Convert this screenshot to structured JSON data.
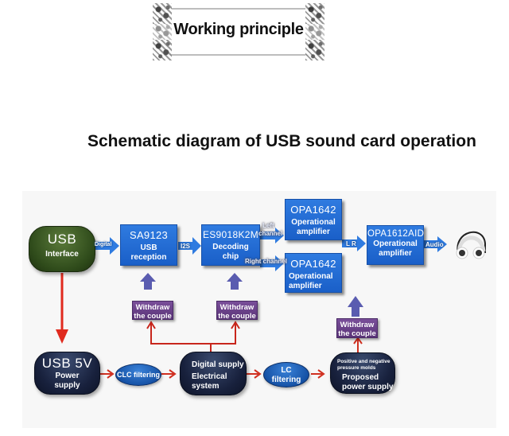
{
  "header": {
    "badge_title": "Working principle",
    "diagram_title": "Schematic diagram of USB sound card operation"
  },
  "signal_path": {
    "usb_interface": {
      "title": "USB",
      "subtitle": "Interface"
    },
    "sa9123": {
      "title": "SA9123",
      "subtitle_1": "USB",
      "subtitle_2": "reception"
    },
    "es9018": {
      "title": "ES9018K2M",
      "subtitle_1": "Decoding",
      "subtitle_2": "chip"
    },
    "opa1642_left": {
      "title": "OPA1642",
      "subtitle_1": "Operational",
      "subtitle_2": "amplifier"
    },
    "opa1642_right": {
      "title": "OPA1642",
      "subtitle_1": "Operational",
      "subtitle_2": "amplifier"
    },
    "opa1612": {
      "title": "OPA1612AID",
      "subtitle_1": "Operational",
      "subtitle_2": "amplifier"
    },
    "output_device": "headphones"
  },
  "connection_labels": {
    "usb_to_sa9123": "Digital",
    "sa9123_to_es9018": "I2S",
    "left_channel_1": "Left",
    "left_channel_2": "channel",
    "right_channel": "Right channel",
    "lr": "L R",
    "audio": "Audio"
  },
  "decoupling": {
    "sa9123": {
      "line1": "Withdraw",
      "line2": "the couple"
    },
    "es9018": {
      "line1": "Withdraw",
      "line2": "the couple"
    },
    "amplifier": {
      "line1": "Withdraw",
      "line2": "the couple"
    }
  },
  "power_path": {
    "usb_5v": {
      "title": "USB 5V",
      "subtitle_1": "Power",
      "subtitle_2": "supply"
    },
    "clc_filter": "CLC filtering",
    "digital_supply": {
      "line1": "Digital supply",
      "line2": "Electrical",
      "line3": "system"
    },
    "lc_filter": {
      "line1": "LC",
      "line2": "filtering"
    },
    "bipolar_supply": {
      "line1": "Positive and negative",
      "line2": "pressure molds",
      "line3": "Proposed",
      "line4": "power supply"
    }
  },
  "colors": {
    "chip_blue": "#1f6ad6",
    "decoupling_purple": "#6a4188",
    "up_arrow_purple": "#5a5cb0",
    "power_arrow_red": "#e02a1e",
    "usb_green": "#2e4a1a",
    "power_navy": "#18213d"
  }
}
